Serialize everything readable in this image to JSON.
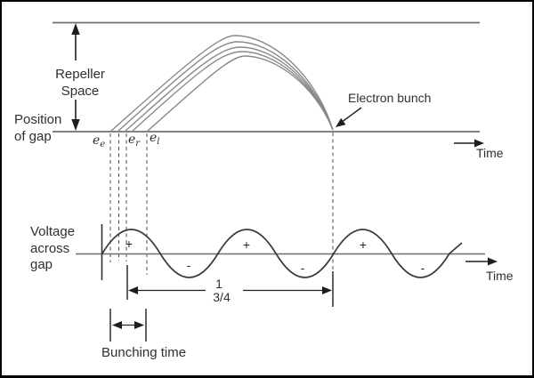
{
  "diagram": {
    "repeller_space": {
      "line1": "Repeller",
      "line2": "Space"
    },
    "position_of_gap": {
      "line1": "Position",
      "line2": "of gap"
    },
    "electron_bunch_label": "Electron bunch",
    "time_label_top": "Time",
    "time_label_bottom": "Time",
    "voltage_label": {
      "line1": "Voltage",
      "line2": "across",
      "line3": "gap"
    },
    "electron_labels": {
      "early": {
        "base": "e",
        "sub": "e"
      },
      "reference": {
        "base": "e",
        "sub": "r"
      },
      "late": {
        "base": "e",
        "sub": "l"
      }
    },
    "wave_polarity": {
      "plus": "+",
      "minus": "-"
    },
    "cycles_label": {
      "numerator": "1",
      "fraction": "3/4"
    },
    "bunching_time_label": "Bunching time",
    "colors": {
      "background": "#ffffff",
      "border": "#000000",
      "axis_gray": "#6f6f6f",
      "trajectory_gray": "#898989",
      "wave_dark": "#3a3a3a",
      "text": "#2f2f2f"
    }
  }
}
